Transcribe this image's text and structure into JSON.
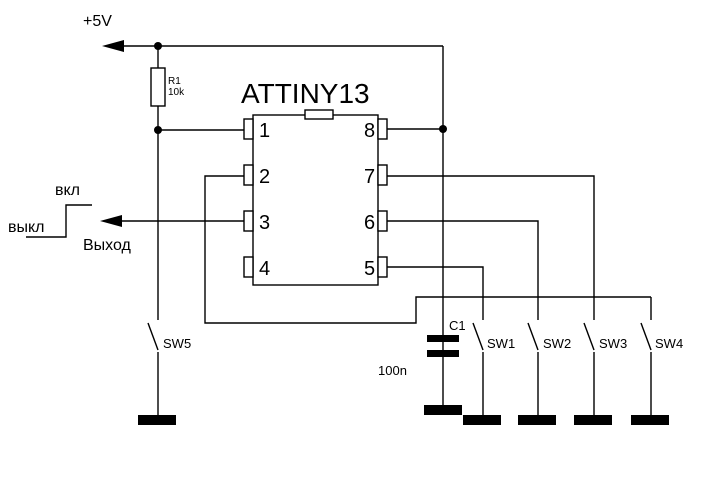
{
  "supply": {
    "label": "+5V"
  },
  "resistor": {
    "ref": "R1",
    "value": "10k"
  },
  "chip": {
    "name": "ATTINY13",
    "pins": [
      "1",
      "2",
      "3",
      "4",
      "5",
      "6",
      "7",
      "8"
    ]
  },
  "signal": {
    "on_label": "вкл",
    "off_label": "выкл",
    "output_label": "Выход"
  },
  "capacitor": {
    "ref": "C1",
    "value": "100n"
  },
  "switches": [
    "SW1",
    "SW2",
    "SW3",
    "SW4",
    "SW5"
  ]
}
